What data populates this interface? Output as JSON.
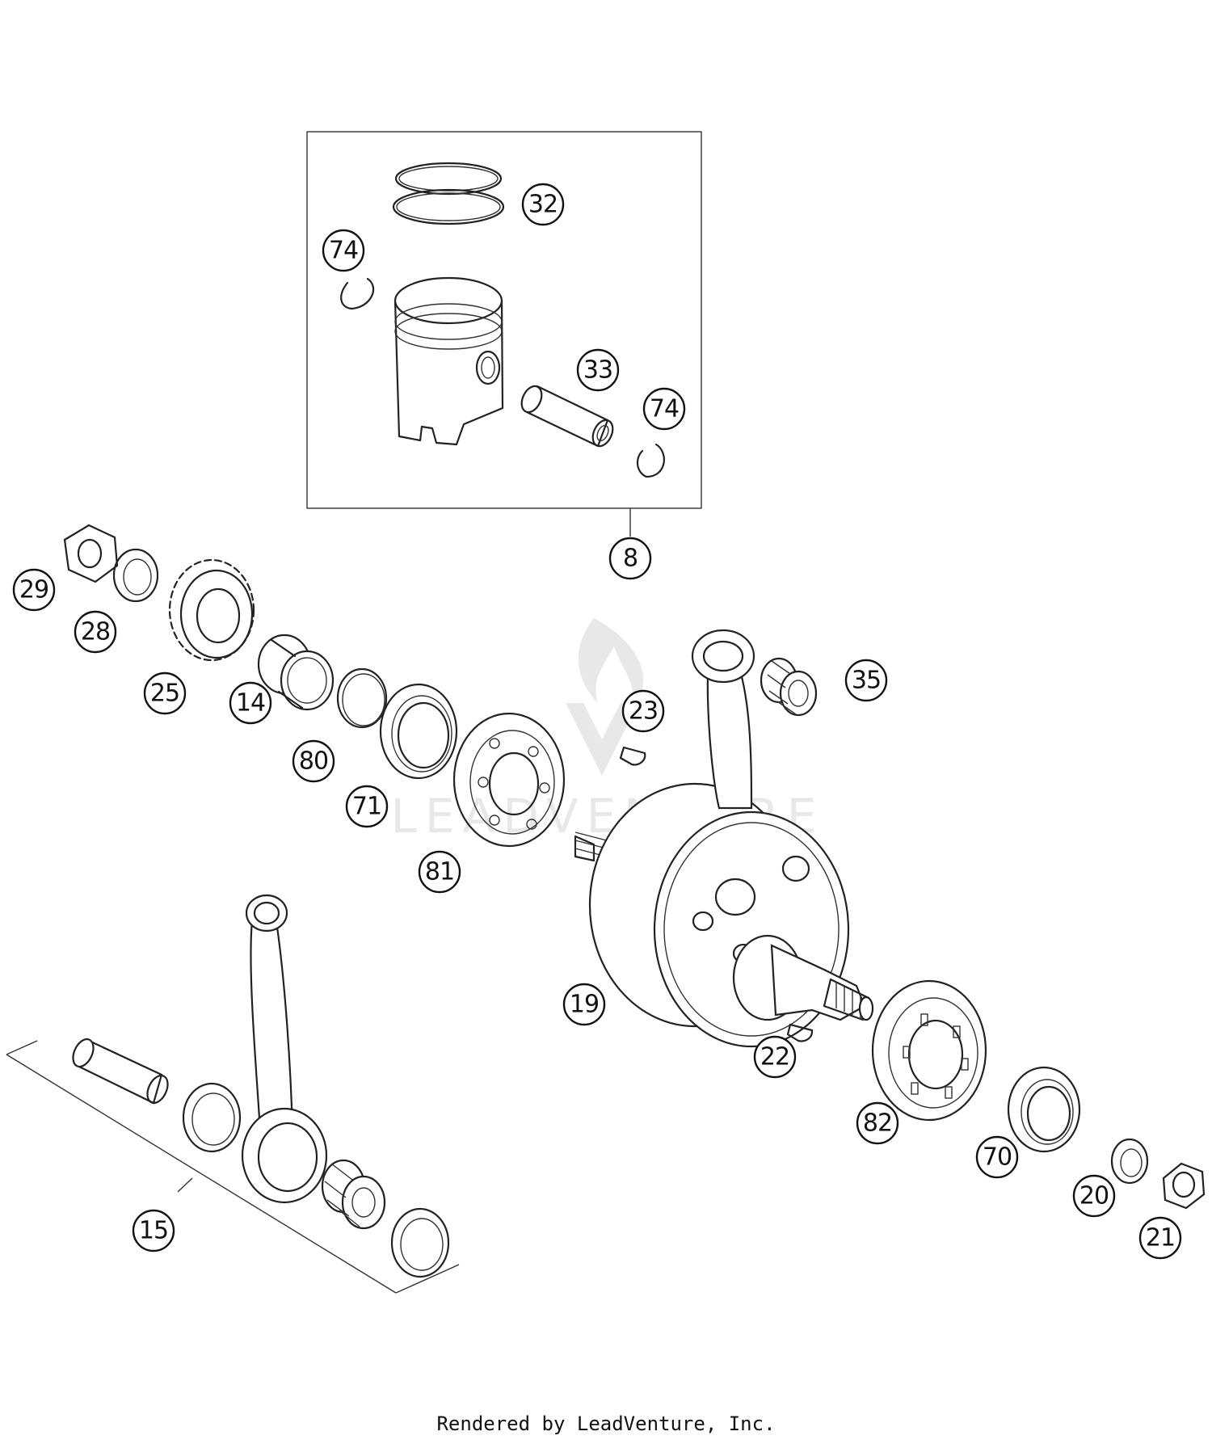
{
  "callouts": [
    {
      "id": "32",
      "label": "32"
    },
    {
      "id": "74a",
      "label": "74"
    },
    {
      "id": "33",
      "label": "33"
    },
    {
      "id": "74b",
      "label": "74"
    },
    {
      "id": "8",
      "label": "8"
    },
    {
      "id": "29",
      "label": "29"
    },
    {
      "id": "28",
      "label": "28"
    },
    {
      "id": "25",
      "label": "25"
    },
    {
      "id": "14",
      "label": "14"
    },
    {
      "id": "80",
      "label": "80"
    },
    {
      "id": "71",
      "label": "71"
    },
    {
      "id": "81",
      "label": "81"
    },
    {
      "id": "23",
      "label": "23"
    },
    {
      "id": "35",
      "label": "35"
    },
    {
      "id": "19",
      "label": "19"
    },
    {
      "id": "22",
      "label": "22"
    },
    {
      "id": "82",
      "label": "82"
    },
    {
      "id": "70",
      "label": "70"
    },
    {
      "id": "20",
      "label": "20"
    },
    {
      "id": "21",
      "label": "21"
    },
    {
      "id": "15",
      "label": "15"
    }
  ],
  "watermark": {
    "text": "LEADVENTURE"
  },
  "footer": {
    "text": "Rendered by LeadVenture, Inc."
  }
}
